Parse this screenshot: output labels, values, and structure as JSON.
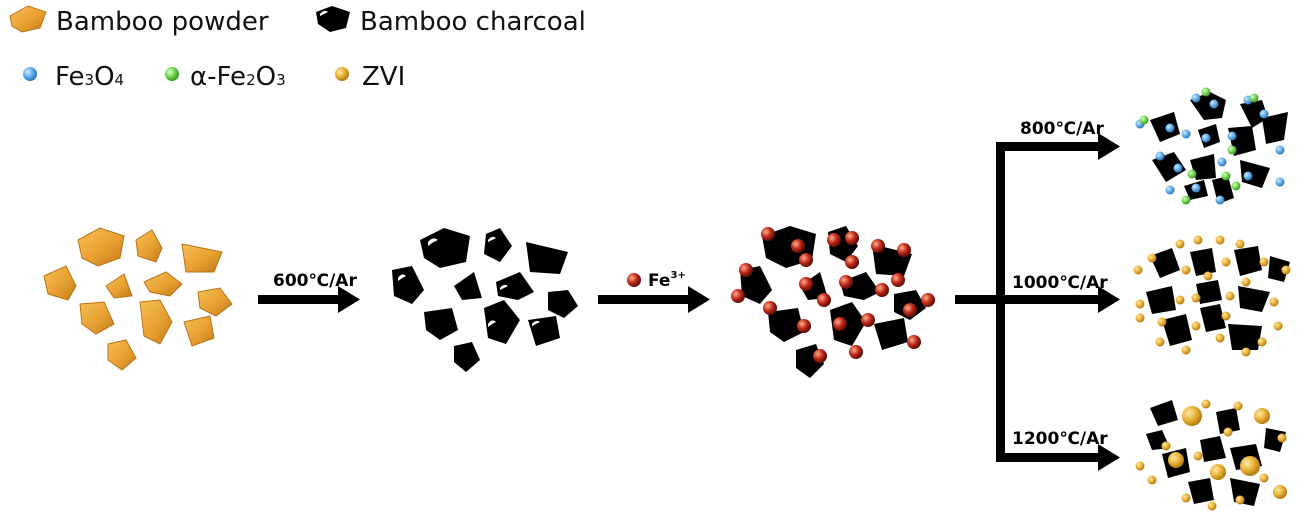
{
  "legend": {
    "bamboo_powder": "Bamboo powder",
    "bamboo_charcoal": "Bamboo charcoal",
    "fe3o4": {
      "a": "Fe",
      "b": "3",
      "c": "O",
      "d": "4"
    },
    "afe2o3": {
      "a": "α-Fe",
      "b": "2",
      "c": "O",
      "d": "3"
    },
    "zvi": "ZVI"
  },
  "steps": {
    "carbonization": "600℃/Ar",
    "iron_loading": {
      "ion": "Fe",
      "charge": "3+"
    },
    "branch_800": "800℃/Ar",
    "branch_1000": "1000℃/Ar",
    "branch_1200": "1200℃/Ar"
  },
  "colors": {
    "powder": "#e8a030",
    "charcoal": "#000000",
    "fe3o4": "#5aa9e6",
    "afe2o3": "#6cd04a",
    "zvi": "#e6ad2e",
    "fe3": "#c0281a"
  },
  "icons": [
    "bamboo-powder-icon",
    "bamboo-charcoal-icon",
    "fe3o4-dot-icon",
    "afe2o3-dot-icon",
    "zvi-dot-icon",
    "fe3-dot-icon"
  ]
}
